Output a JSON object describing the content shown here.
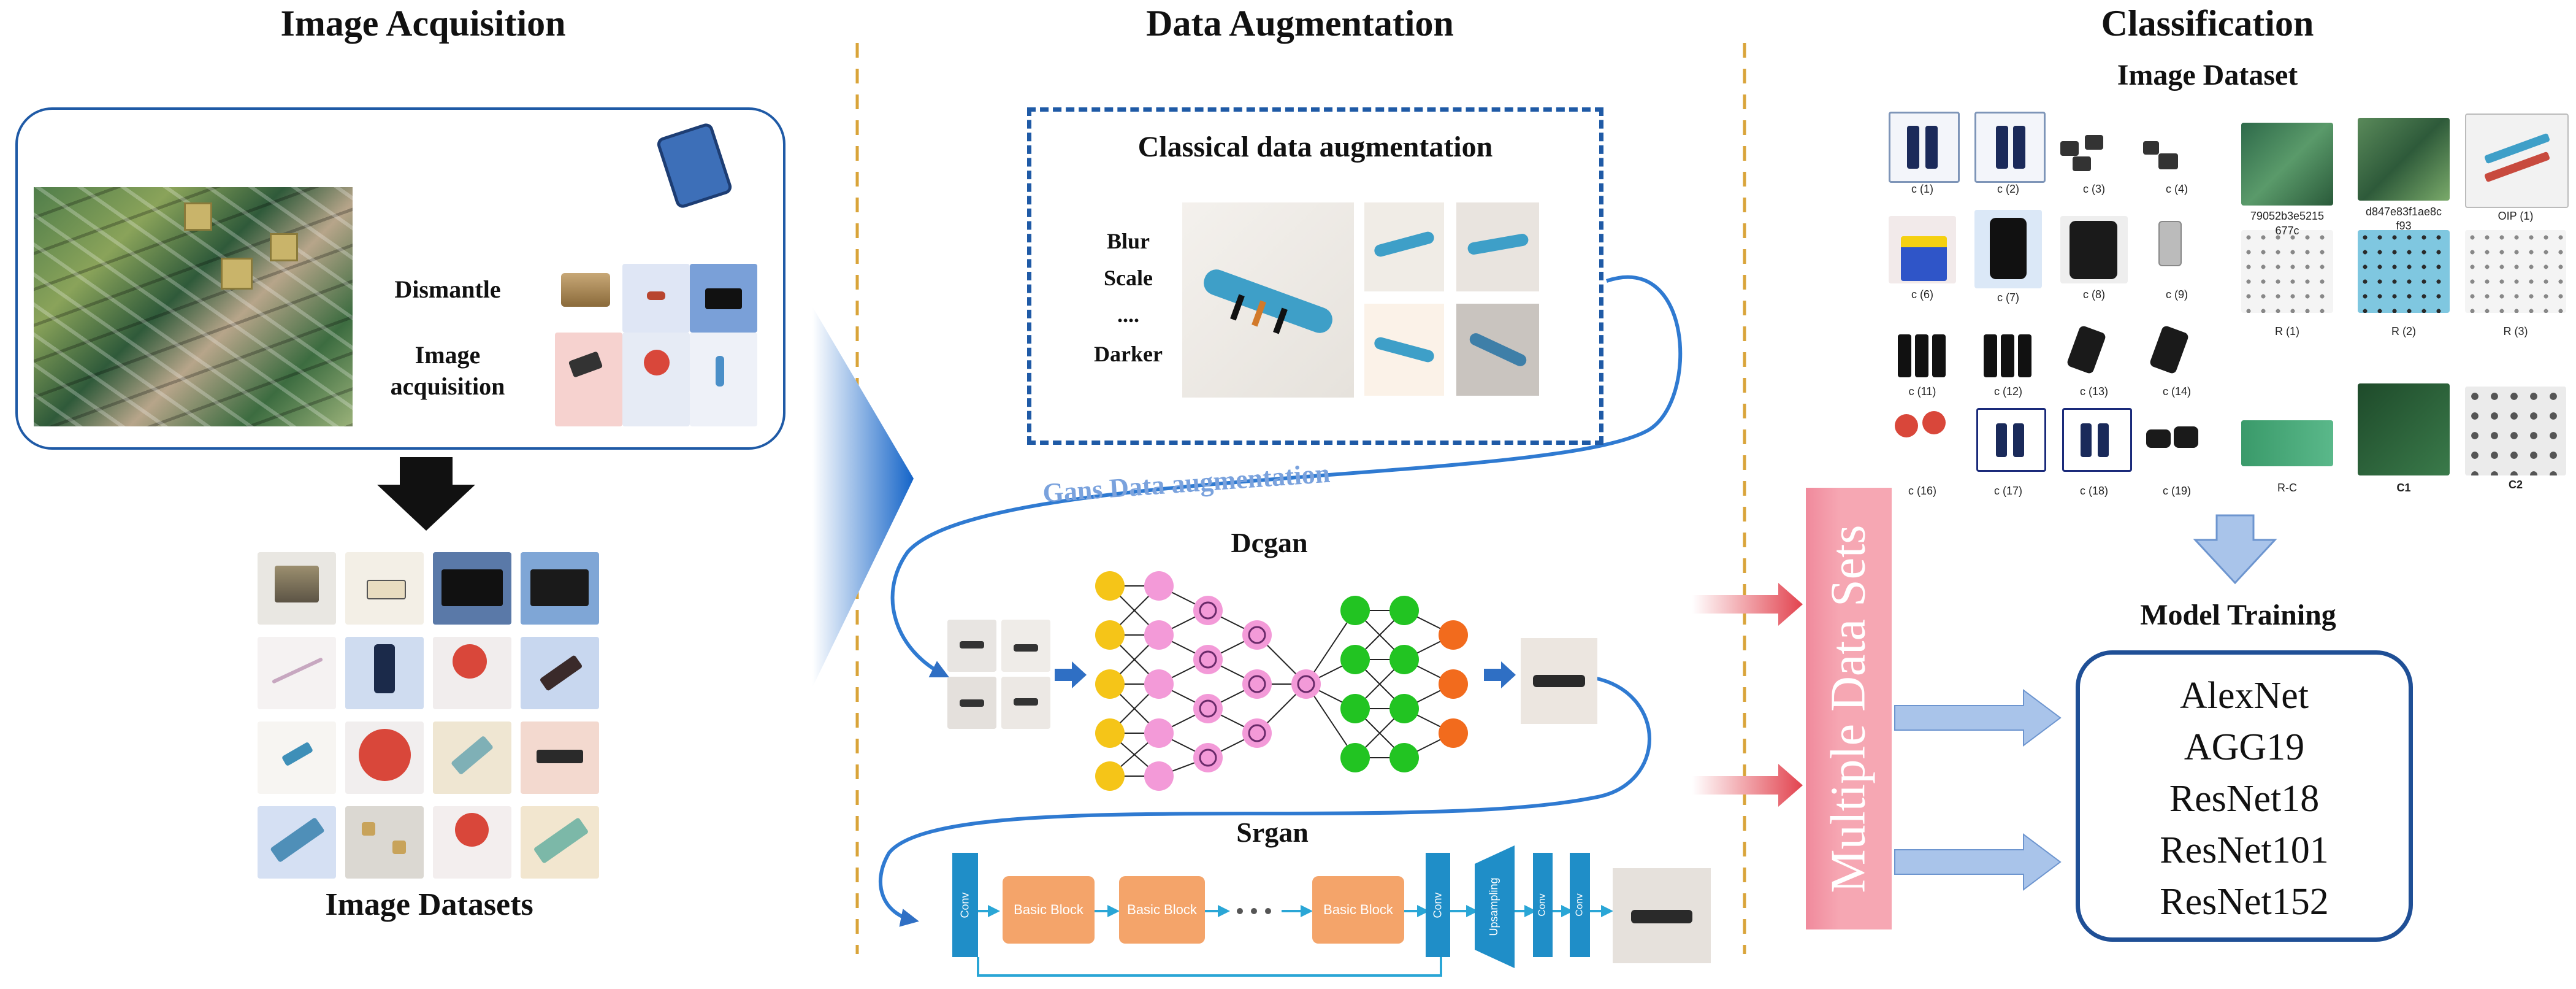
{
  "sections": {
    "acquisition_title": "Image Acquisition",
    "augmentation_title": "Data Augmentation",
    "classification_title": "Classification"
  },
  "acquisition": {
    "dismantle": "Dismantle",
    "image_acquisition_line1": "Image",
    "image_acquisition_line2": "acquisition",
    "datasets_title": "Image Datasets"
  },
  "augmentation": {
    "classical_title": "Classical data augmentation",
    "classical_ops": [
      "Blur",
      "Scale",
      "....",
      "Darker"
    ],
    "gans_label": "Gans Data augmentation",
    "dcgan_title": "Dcgan",
    "srgan_title": "Srgan",
    "conv_label": "Conv",
    "basic_block_label": "Basic Block",
    "upsampling_label": "Upsampling"
  },
  "classification": {
    "dataset_title": "Image Dataset",
    "multiple_datasets": "Multiple Data Sets",
    "model_training_title": "Model Training",
    "models": [
      "AlexNet",
      "AGG19",
      "ResNet18",
      "ResNet101",
      "ResNet152"
    ],
    "dataset_labels": {
      "c1": "c (1)",
      "c2": "c (2)",
      "c3": "c (3)",
      "c4": "c (4)",
      "hash1_line1": "79052b3e5215",
      "hash1_line2": "677c",
      "hash2_line1": "d847e83f1ae8c",
      "hash2_line2": "f93",
      "oip": "OIP (1)",
      "c6": "c (6)",
      "c7": "c (7)",
      "c8": "c (8)",
      "c9": "c (9)",
      "r1": "R (1)",
      "r2": "R (2)",
      "r3": "R (3)",
      "c11": "c (11)",
      "c12": "c (12)",
      "c13": "c (13)",
      "c14": "c (14)",
      "c16": "c (16)",
      "c17": "c (17)",
      "c18": "c (18)",
      "c19": "c (19)",
      "rc": "R-C",
      "C1": "C1",
      "C2": "C2"
    }
  },
  "colors": {
    "accent_blue": "#1f5aa6",
    "curve_blue": "#2f7ad1",
    "divider_orange": "#d9a43a",
    "block_orange": "#f4a46a",
    "conv_blue": "#1f8ec8",
    "pink_panel": "#f6a7b3",
    "arrow_red": "#e2434f",
    "light_arrow_blue": "#a9c4ea"
  }
}
